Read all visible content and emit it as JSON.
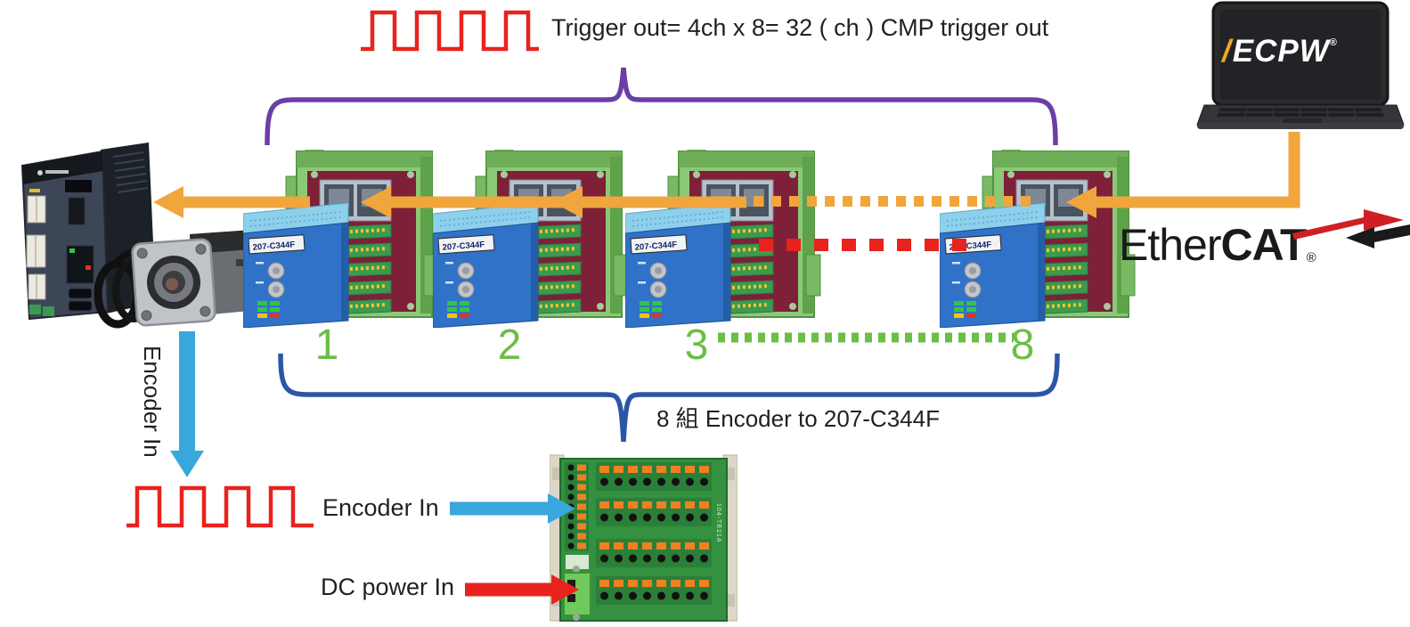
{
  "diagram": {
    "trigger_label": "Trigger out= 4ch x 8= 32 ( ch ) CMP trigger out",
    "bottom_brace_label": "8 組 Encoder to 207-C344F",
    "encoder_in_vertical_label": "Encoder In",
    "encoder_in_label": "Encoder In",
    "dc_power_label": "DC power In"
  },
  "laptop": {
    "logo_slash": "/",
    "logo_text": "ECPW",
    "registered_mark": "®"
  },
  "ethercat_logo": {
    "prefix": "Ether",
    "suffix": "CAT",
    "registered_mark": "®"
  },
  "modules": {
    "device_label": "207-C344F",
    "items": [
      {
        "number": "1"
      },
      {
        "number": "2"
      },
      {
        "number": "3"
      },
      {
        "number": "8"
      }
    ]
  },
  "terminal_board": {
    "silkscreen": "104-TB21A"
  },
  "colors": {
    "signal_red": "#e8231e",
    "arrow_orange": "#f0a63c",
    "brace_purple": "#6b3fa6",
    "brace_blue": "#2b56a5",
    "arrow_lightblue": "#38a8dc",
    "dot_green": "#6cbe45",
    "module_blue": "#2f72c8",
    "board_green": "#8cc878",
    "text_black": "#231f20"
  }
}
